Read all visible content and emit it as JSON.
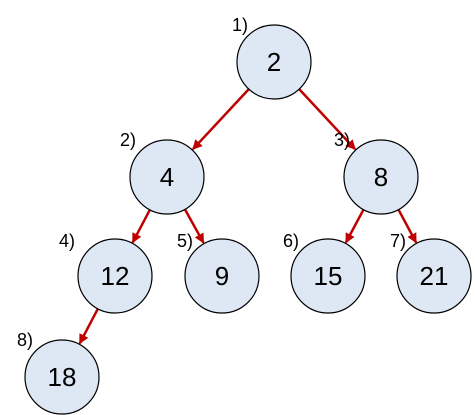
{
  "colors": {
    "node_fill": "#dde8f4",
    "node_stroke": "#000000",
    "edge": "#c00000",
    "text": "#000000"
  },
  "nodes": [
    {
      "id": "n1",
      "value": "2",
      "order_label": "1)"
    },
    {
      "id": "n2",
      "value": "4",
      "order_label": "2)"
    },
    {
      "id": "n3",
      "value": "8",
      "order_label": "3)"
    },
    {
      "id": "n4",
      "value": "12",
      "order_label": "4)"
    },
    {
      "id": "n5",
      "value": "9",
      "order_label": "5)"
    },
    {
      "id": "n6",
      "value": "15",
      "order_label": "6)"
    },
    {
      "id": "n7",
      "value": "21",
      "order_label": "7)"
    },
    {
      "id": "n8",
      "value": "18",
      "order_label": "8)"
    }
  ],
  "edges": [
    {
      "from": "n1",
      "to": "n2"
    },
    {
      "from": "n1",
      "to": "n3"
    },
    {
      "from": "n2",
      "to": "n4"
    },
    {
      "from": "n2",
      "to": "n5"
    },
    {
      "from": "n3",
      "to": "n6"
    },
    {
      "from": "n3",
      "to": "n7"
    },
    {
      "from": "n4",
      "to": "n8"
    }
  ]
}
